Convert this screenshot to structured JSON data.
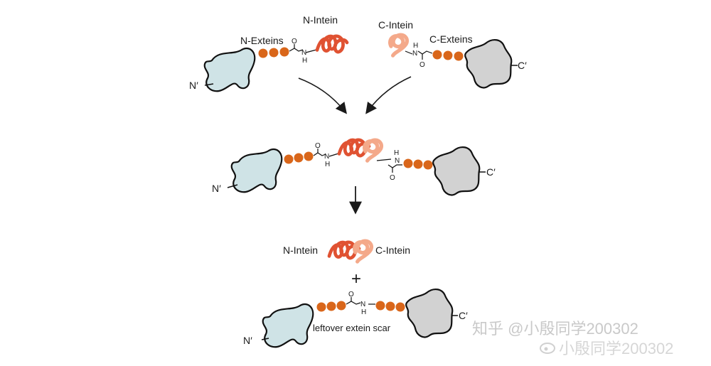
{
  "labels": {
    "n_intein": "N-Intein",
    "c_intein": "C-Intein",
    "n_exteins": "N-Exteins",
    "c_exteins": "C-Exteins",
    "n_term": "N′",
    "c_term": "C′",
    "plus": "+",
    "scar": "leftover extein scar",
    "atom_h": "H",
    "atom_n": "N",
    "atom_o": "O"
  },
  "watermark": {
    "line1": "知乎 @小殷同学200302",
    "line2": "小殷同学200302"
  },
  "colors": {
    "n_extein_protein": "#cfe3e6",
    "c_extein_protein": "#d2d2d2",
    "bead": "#d9661a",
    "n_intein": "#e05232",
    "c_intein": "#f4a98a",
    "arrow": "#1a1a1a"
  }
}
